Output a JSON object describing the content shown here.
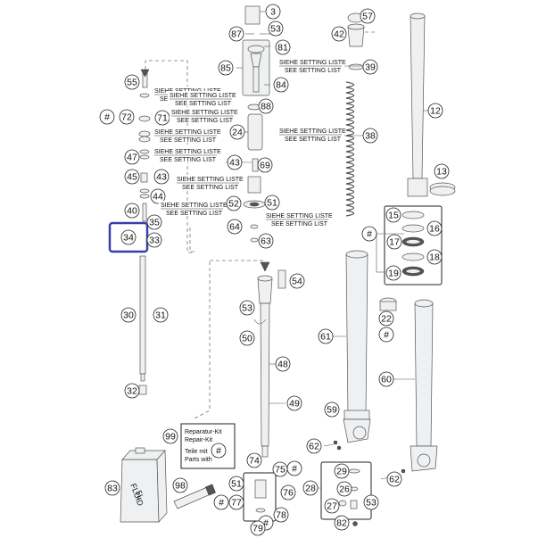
{
  "callouts": [
    {
      "n": "3"
    },
    {
      "n": "57"
    },
    {
      "n": "87"
    },
    {
      "n": "53"
    },
    {
      "n": "42"
    },
    {
      "n": "81"
    },
    {
      "n": "85"
    },
    {
      "n": "39"
    },
    {
      "n": "84"
    },
    {
      "n": "55"
    },
    {
      "n": "12"
    },
    {
      "n": "#"
    },
    {
      "n": "72"
    },
    {
      "n": "71"
    },
    {
      "n": "88"
    },
    {
      "n": "24"
    },
    {
      "n": "38"
    },
    {
      "n": "47"
    },
    {
      "n": "43"
    },
    {
      "n": "69"
    },
    {
      "n": "45"
    },
    {
      "n": "43"
    },
    {
      "n": "13"
    },
    {
      "n": "44"
    },
    {
      "n": "52"
    },
    {
      "n": "51"
    },
    {
      "n": "40"
    },
    {
      "n": "35"
    },
    {
      "n": "64"
    },
    {
      "n": "34"
    },
    {
      "n": "33"
    },
    {
      "n": "63"
    },
    {
      "n": "15"
    },
    {
      "n": "#"
    },
    {
      "n": "16"
    },
    {
      "n": "17"
    },
    {
      "n": "18"
    },
    {
      "n": "19"
    },
    {
      "n": "54"
    },
    {
      "n": "53"
    },
    {
      "n": "30"
    },
    {
      "n": "31"
    },
    {
      "n": "50"
    },
    {
      "n": "22"
    },
    {
      "n": "61"
    },
    {
      "n": "#"
    },
    {
      "n": "48"
    },
    {
      "n": "60"
    },
    {
      "n": "32"
    },
    {
      "n": "49"
    },
    {
      "n": "59"
    },
    {
      "n": "99"
    },
    {
      "n": "#"
    },
    {
      "n": "62"
    },
    {
      "n": "74"
    },
    {
      "n": "75"
    },
    {
      "n": "#"
    },
    {
      "n": "29"
    },
    {
      "n": "98"
    },
    {
      "n": "51"
    },
    {
      "n": "76"
    },
    {
      "n": "28"
    },
    {
      "n": "26"
    },
    {
      "n": "62"
    },
    {
      "n": "83"
    },
    {
      "n": "#"
    },
    {
      "n": "77"
    },
    {
      "n": "27"
    },
    {
      "n": "53"
    },
    {
      "n": "78"
    },
    {
      "n": "82"
    },
    {
      "n": "#"
    },
    {
      "n": "79"
    }
  ],
  "setting_labels": [
    {
      "de": "SIEHE SETTING LISTE",
      "en": "SEE SETTING LIST"
    },
    {
      "de": "SIEHE SETTING LISTE",
      "en": "SEE SETTING LIST"
    },
    {
      "de": "SIEHE SETTING LISTE",
      "en": "SEE SETTING LIST"
    },
    {
      "de": "SIEHE SETTING LISTE",
      "en": "SEE SETTING LIST"
    },
    {
      "de": "SIEHE SETTING LISTE",
      "en": "SEE SETTING LIST"
    },
    {
      "de": "SIEHE SETTING LISTE",
      "en": "SEE SETTING LIST"
    },
    {
      "de": "SIEHE SETTING LISTE",
      "en": "SEE SETTING LIST"
    },
    {
      "de": "SIEHE SETTING LISTE",
      "en": "SEE SETTING LIST"
    },
    {
      "de": "SIEHE SETTING LISTE",
      "en": "SEE SETTING LIST"
    },
    {
      "de": "SIEHE SETTING LISTE",
      "en": "SEE SETTING LIST"
    }
  ],
  "repair_kit": {
    "line1": "Reparatur-Kit",
    "line2": "Repair-Kit",
    "line3": "Teile mit",
    "line4": "Parts with",
    "mark": "#"
  },
  "fluid_can": {
    "line1": "FLUID",
    "line2": "5L"
  },
  "highlight": {
    "color": "#3a3fa8"
  }
}
